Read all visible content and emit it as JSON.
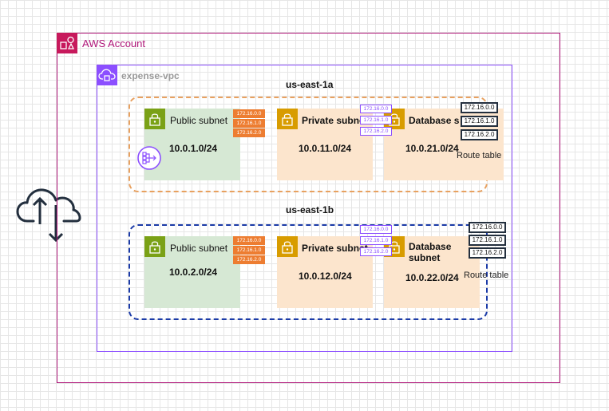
{
  "account": {
    "label": "AWS Account"
  },
  "vpc": {
    "label": "expense-vpc"
  },
  "azs": [
    {
      "label": "us-east-1a",
      "public_subnet": {
        "title": "Public subnet",
        "cidr": "10.0.1.0/24"
      },
      "private_subnet": {
        "title": "Private subnet",
        "cidr": "10.0.11.0/24"
      },
      "database_subnet": {
        "title": "Database s",
        "cidr": "10.0.21.0/24"
      },
      "route_table_label": "Route table"
    },
    {
      "label": "us-east-1b",
      "public_subnet": {
        "title": "Public subnet",
        "cidr": "10.0.2.0/24"
      },
      "private_subnet": {
        "title": "Private subnet",
        "cidr": "10.0.12.0/24"
      },
      "database_subnet": {
        "title": "Database subnet",
        "cidr": "10.0.22.0/24"
      },
      "route_table_label": "Route table"
    }
  ],
  "routes": [
    "172.16.0.0",
    "172.16.1.0",
    "172.16.2.0"
  ],
  "colors": {
    "account": "#b0177a",
    "vpc": "#8c4fff",
    "az1_border": "#e8a160",
    "az2_border": "#1b3ba8",
    "public_subnet": "#d6e8d4",
    "private_subnet": "#fce5cd",
    "route_tag": "#ed7d31"
  },
  "icons": {
    "account": "aws-account-icon",
    "vpc": "vpc-cloud-icon",
    "internet": "cloud-upload-download-icon",
    "nat": "nat-gateway-icon",
    "lock": "lock-icon"
  }
}
